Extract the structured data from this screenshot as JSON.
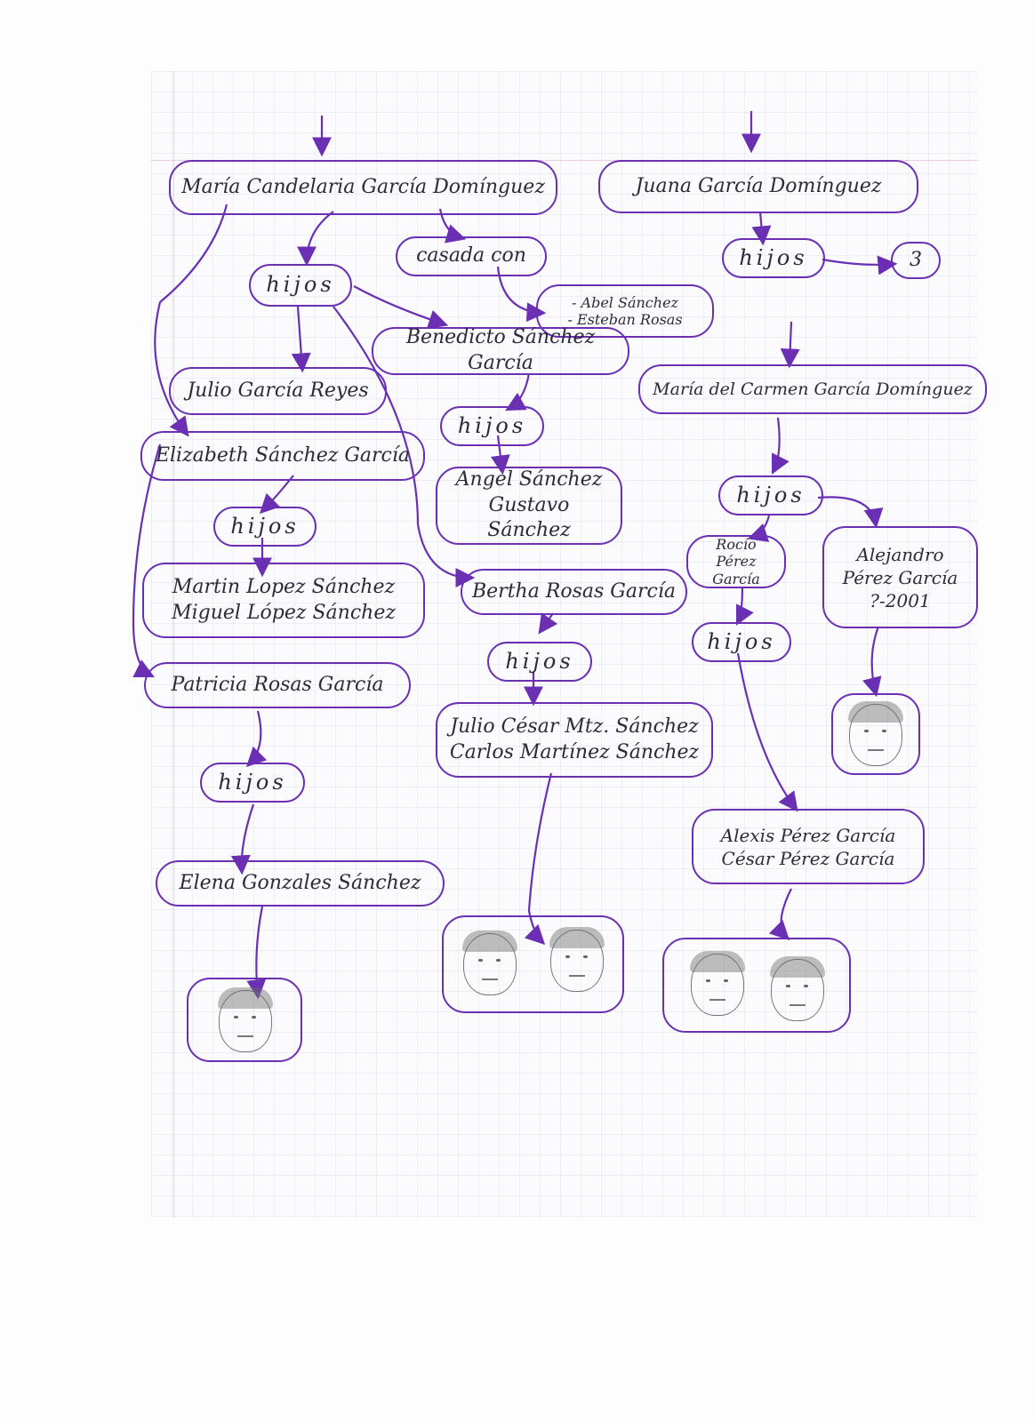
{
  "nodes": {
    "maria_candelaria": "María Candelaria García Domínguez",
    "juana": "Juana García Domínguez",
    "casada_con": "casada con",
    "esposos": [
      "- Abel Sánchez",
      "- Esteban Rosas"
    ],
    "hijos_1": "hijos",
    "juana_hijos": "hijos",
    "juana_count": "3",
    "benedicto": "Benedicto Sánchez García",
    "julio_garcia": "Julio García Reyes",
    "maria_carmen": "María del Carmen García Domínguez",
    "hijos_benedicto": "hijos",
    "elizabeth": "Elizabeth Sánchez García",
    "benedicto_children": [
      "Angel Sánchez",
      "Gustavo Sánchez"
    ],
    "hijos_carmen": "hijos",
    "hijos_elizabeth": "hijos",
    "rocio": [
      "Rocío",
      "Pérez García"
    ],
    "alejandro": [
      "Alejandro",
      "Pérez García",
      "?-2001"
    ],
    "elizabeth_children": [
      "Martin Lopez Sánchez",
      "Miguel López Sánchez"
    ],
    "bertha": "Bertha Rosas García",
    "hijos_rocio": "hijos",
    "hijos_bertha": "hijos",
    "patricia": "Patricia Rosas García",
    "bertha_children": [
      "Julio César Mtz. Sánchez",
      "Carlos Martínez Sánchez"
    ],
    "hijos_patricia": "hijos",
    "rocio_children": [
      "Alexis Pérez García",
      "César Pérez García"
    ],
    "elena": "Elena Gonzales Sánchez"
  },
  "colors": {
    "ink": "#6a2fb3",
    "text": "#2b2b3a"
  }
}
